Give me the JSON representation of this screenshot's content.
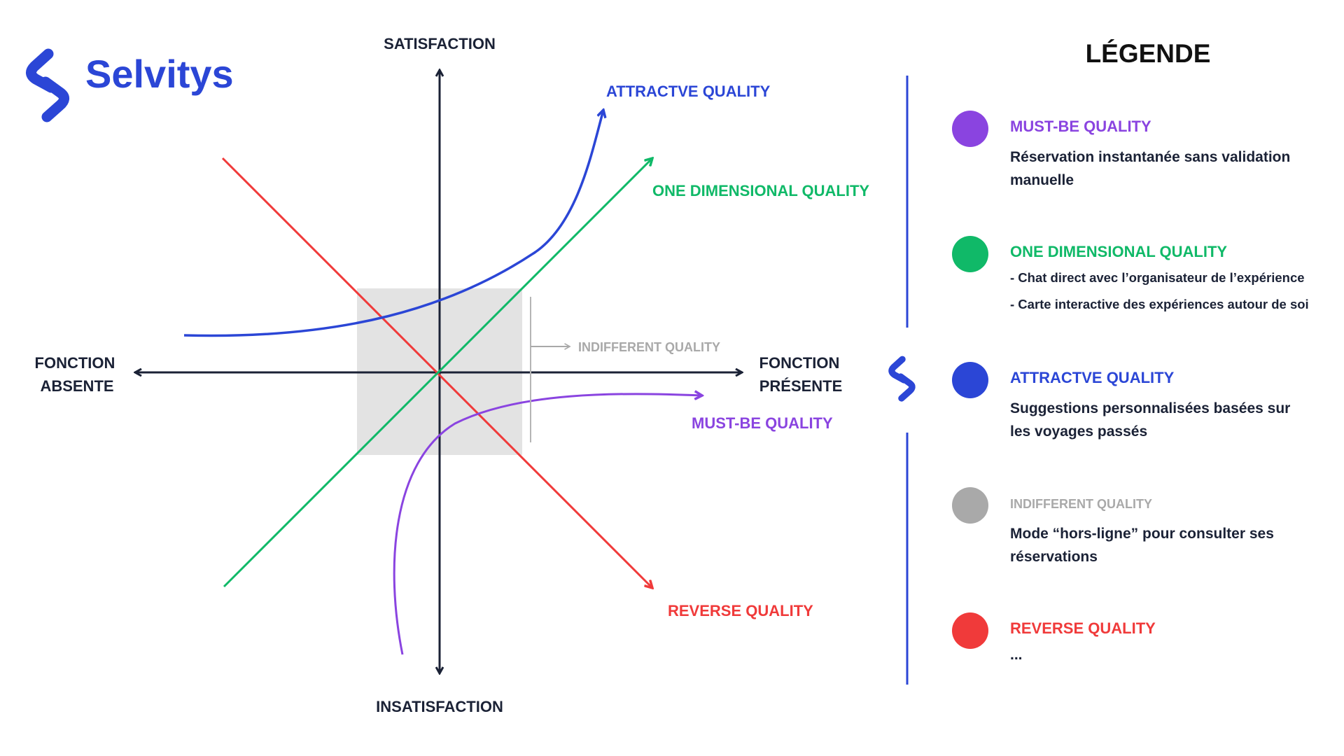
{
  "brand": {
    "name": "Selvitys",
    "color": "#2b46d6"
  },
  "axes": {
    "top": "SATISFACTION",
    "bottom": "INSATISFACTION",
    "left": [
      "FONCTION",
      "ABSENTE"
    ],
    "right": [
      "FONCTION",
      "PRÉSENTE"
    ]
  },
  "curves": {
    "attractive": {
      "label": "ATTRACTVE QUALITY",
      "color": "#2b46d6"
    },
    "one_dimensional": {
      "label": "ONE DIMENSIONAL QUALITY",
      "color": "#10b968"
    },
    "must_be": {
      "label": "MUST-BE QUALITY",
      "color": "#8a44e0"
    },
    "reverse": {
      "label": "REVERSE QUALITY",
      "color": "#f03a3a"
    },
    "indifferent": {
      "label": "INDIFFERENT QUALITY",
      "color": "#a9a9a9"
    }
  },
  "legend": {
    "title": "LÉGENDE",
    "items": [
      {
        "label": "MUST-BE QUALITY",
        "color": "#8a44e0",
        "description": [
          "Réservation instantanée sans validation manuelle"
        ]
      },
      {
        "label": "ONE DIMENSIONAL QUALITY",
        "color": "#10b968",
        "description": [
          "- Chat direct avec l’organisateur de l’expérience",
          "- Carte interactive des expériences autour de soi"
        ]
      },
      {
        "label": "ATTRACTVE QUALITY",
        "color": "#2b46d6",
        "description": [
          "Suggestions personnalisées basées sur les voyages passés"
        ]
      },
      {
        "label": "INDIFFERENT QUALITY",
        "color": "#a9a9a9",
        "description": [
          "Mode “hors-ligne” pour consulter ses réservations"
        ]
      },
      {
        "label": "REVERSE QUALITY",
        "color": "#f03a3a",
        "description": [
          "..."
        ]
      }
    ]
  },
  "colors": {
    "axis": "#1b2236",
    "zone": "#e3e3e3",
    "divider": "#2b46d6"
  }
}
